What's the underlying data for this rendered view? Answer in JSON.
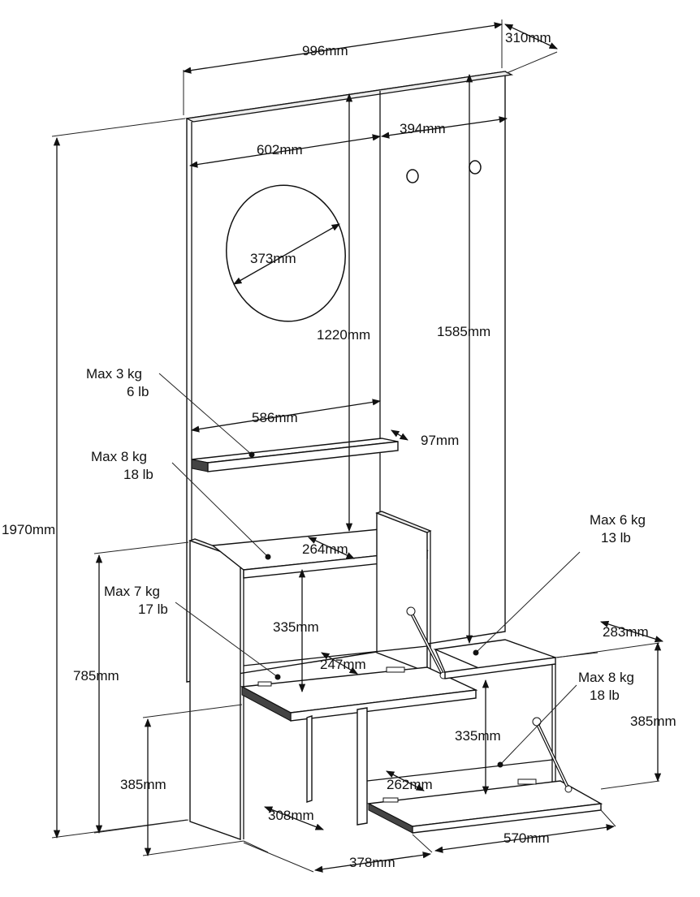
{
  "diagram": {
    "dimensions": {
      "total_width": "996mm",
      "depth_top": "310mm",
      "left_panel_width": "602mm",
      "right_panel_width": "394mm",
      "mirror_diameter": "373mm",
      "mirror_height": "1220mm",
      "hook_height": "1585mm",
      "shelf_width": "586mm",
      "shelf_depth": "97mm",
      "upper_shelf_depth": "264mm",
      "upper_compartment_height": "335mm",
      "drop_door_depth": "247mm",
      "total_height": "1970mm",
      "cabinet_height": "785mm",
      "lower_left_height": "385mm",
      "base_depth_left": "308mm",
      "base_depth": "378mm",
      "bench_depth": "283mm",
      "bench_height": "385mm",
      "lower_compartment_height": "335mm",
      "lower_door_depth": "262mm",
      "bench_width": "570mm"
    },
    "weights": {
      "top_shelf": {
        "kg": "Max 3 kg",
        "lb": "6 lb"
      },
      "cabinet_top": {
        "kg": "Max 8 kg",
        "lb": "18 lb"
      },
      "drop_door": {
        "kg": "Max 7 kg",
        "lb": "17 lb"
      },
      "bench": {
        "kg": "Max 6 kg",
        "lb": "13 lb"
      },
      "lower_door": {
        "kg": "Max 8 kg",
        "lb": "18 lb"
      }
    }
  }
}
